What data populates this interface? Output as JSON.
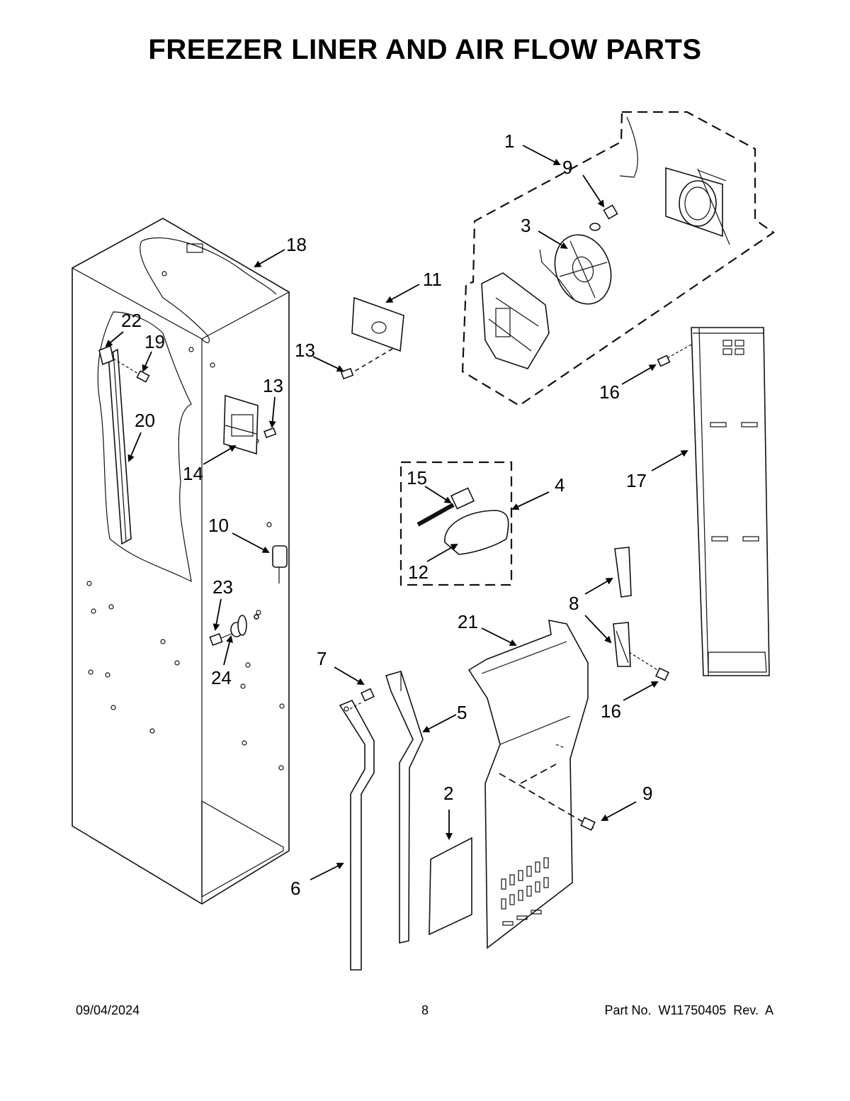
{
  "title": "FREEZER LINER AND AIR FLOW PARTS",
  "footer": {
    "date": "09/04/2024",
    "page": "8",
    "part_number": "Part No.  W11750405  Rev.  A"
  },
  "callouts": {
    "c1": "1",
    "c9a": "9",
    "c3": "3",
    "c18": "18",
    "c11": "11",
    "c22": "22",
    "c19": "19",
    "c13a": "13",
    "c13b": "13",
    "c20": "20",
    "c14": "14",
    "c16a": "16",
    "c15": "15",
    "c4": "4",
    "c17": "17",
    "c10": "10",
    "c12": "12",
    "c23": "23",
    "c8": "8",
    "c21": "21",
    "c24": "24",
    "c7": "7",
    "c5": "5",
    "c16b": "16",
    "c9b": "9",
    "c2": "2",
    "c6": "6"
  }
}
